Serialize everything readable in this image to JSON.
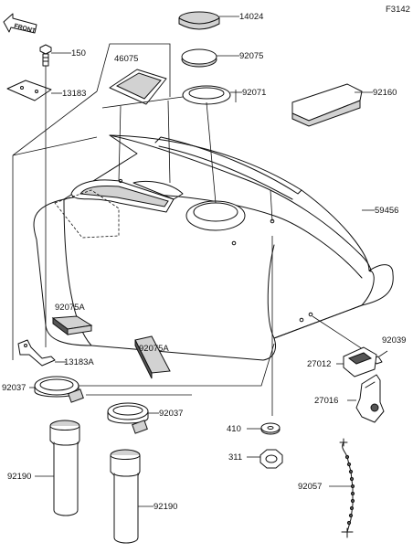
{
  "figure_code": "F3142",
  "front_label": "FRONT",
  "labels": {
    "p14024": "14024",
    "p150": "150",
    "p46075": "46075",
    "p92075": "92075",
    "p13183": "13183",
    "p92071": "92071",
    "p92160": "92160",
    "p59456": "59456",
    "p92075A_1": "92075A",
    "p92075A_2": "92075A",
    "p13183A": "13183A",
    "p92039": "92039",
    "p27012": "27012",
    "p92037_1": "92037",
    "p92037_2": "92037",
    "p27016": "27016",
    "p410": "410",
    "p311": "311",
    "p92190_1": "92190",
    "p92190_2": "92190",
    "p92057": "92057"
  }
}
